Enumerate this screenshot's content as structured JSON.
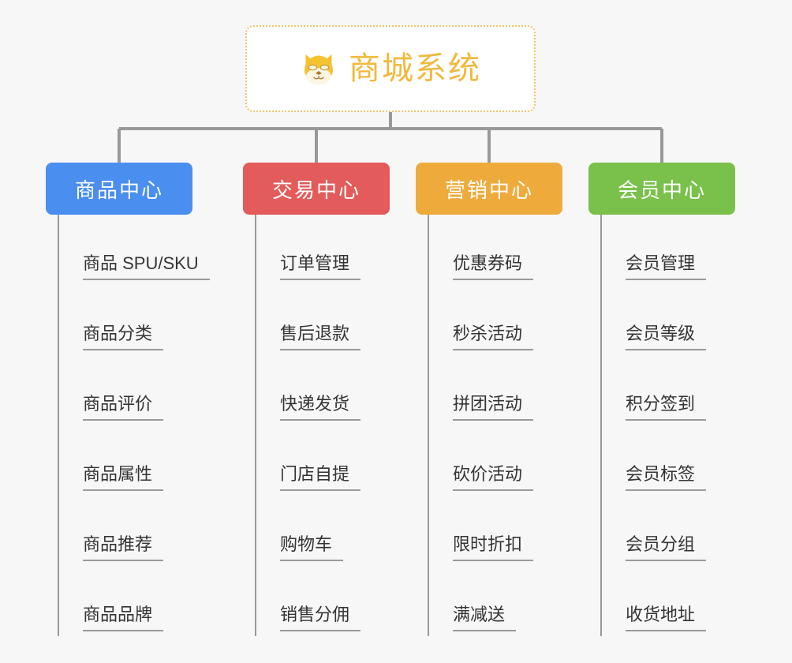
{
  "background_color": "#f7f7f7",
  "root": {
    "title": "商城系统",
    "icon": "dog-face-emoji",
    "text_color": "#f2b93d",
    "border_color": "#f0c46a",
    "background": "#ffffff"
  },
  "connector_color": "#999999",
  "leaf_text_color": "#343434",
  "leaf_underline_color": "#9a9a9a",
  "columns": [
    {
      "title": "商品中心",
      "color": "#4a8ef0",
      "items": [
        {
          "label": "商品 SPU/SKU"
        },
        {
          "label": "商品分类"
        },
        {
          "label": "商品评价"
        },
        {
          "label": "商品属性"
        },
        {
          "label": "商品推荐"
        },
        {
          "label": "商品品牌"
        }
      ]
    },
    {
      "title": "交易中心",
      "color": "#e35b5b",
      "items": [
        {
          "label": "订单管理"
        },
        {
          "label": "售后退款"
        },
        {
          "label": "快递发货"
        },
        {
          "label": "门店自提"
        },
        {
          "label": "购物车"
        },
        {
          "label": "销售分佣"
        }
      ]
    },
    {
      "title": "营销中心",
      "color": "#eeab3c",
      "items": [
        {
          "label": "优惠券码"
        },
        {
          "label": "秒杀活动"
        },
        {
          "label": "拼团活动"
        },
        {
          "label": "砍价活动"
        },
        {
          "label": "限时折扣"
        },
        {
          "label": "满减送"
        }
      ]
    },
    {
      "title": "会员中心",
      "color": "#79c14a",
      "items": [
        {
          "label": "会员管理"
        },
        {
          "label": "会员等级"
        },
        {
          "label": "积分签到"
        },
        {
          "label": "会员标签"
        },
        {
          "label": "会员分组"
        },
        {
          "label": "收货地址"
        }
      ]
    }
  ]
}
